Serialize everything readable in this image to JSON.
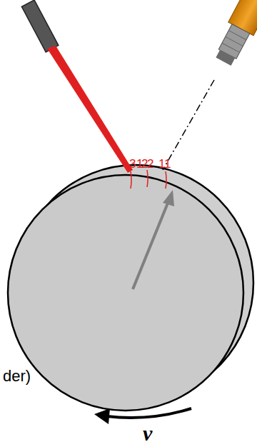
{
  "diagram": {
    "labels": [
      "3",
      "1",
      "2",
      "2",
      "1",
      "1",
      "der)",
      "v"
    ]
  }
}
